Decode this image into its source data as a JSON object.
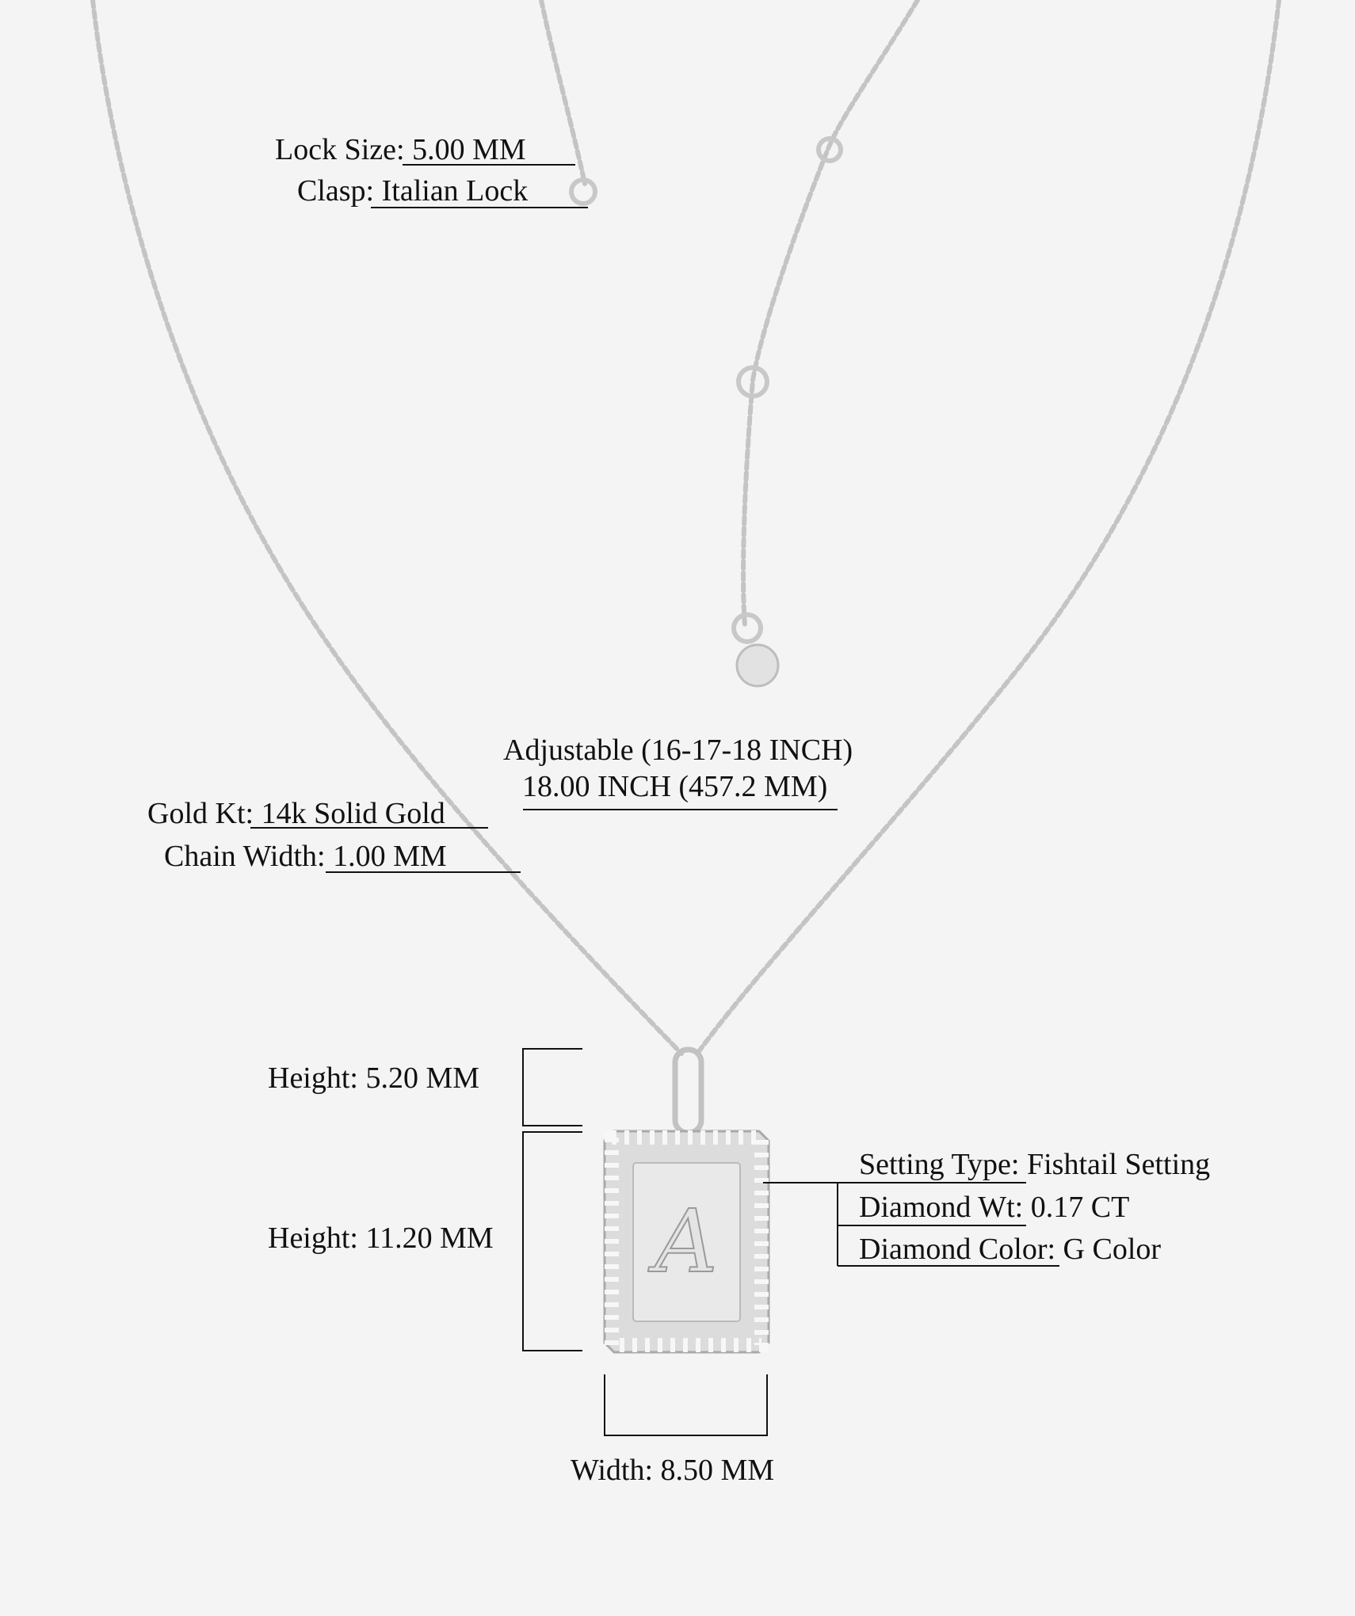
{
  "clasp_specs": {
    "lock_size_label": "Lock Size:",
    "lock_size_value": "5.00 MM",
    "clasp_label": "Clasp:",
    "clasp_value": "Italian Lock"
  },
  "length": {
    "line1": "Adjustable (16-17-18 INCH)",
    "line2": "18.00 INCH (457.2 MM)"
  },
  "chain_specs": {
    "gold_label": "Gold Kt:",
    "gold_value": "14k Solid Gold",
    "width_label": "Chain Width:",
    "width_value": "1.00 MM"
  },
  "pendant_dims": {
    "bail_height": "Height: 5.20 MM",
    "pendant_height": "Height: 11.20 MM",
    "pendant_width": "Width: 8.50 MM"
  },
  "diamond_specs": {
    "setting_label": "Setting Type:",
    "setting_value": "Fishtail Setting",
    "weight_label": "Diamond Wt:",
    "weight_value": "0.17 CT",
    "color_label": "Diamond Color:",
    "color_value": "G Color"
  },
  "pendant_letter": "A",
  "colors": {
    "background": "#f4f4f4",
    "metal": "#c9c9c9",
    "line": "#111111"
  }
}
